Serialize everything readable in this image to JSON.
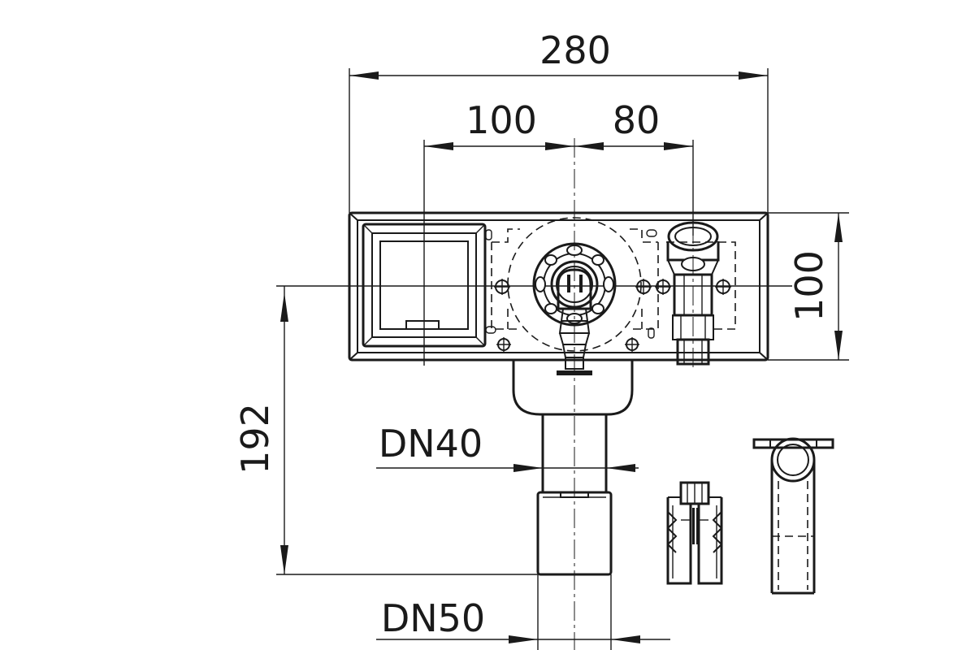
{
  "dimensions": {
    "overall_width": "280",
    "left_offset": "100",
    "right_offset": "80",
    "box_height": "100",
    "depth": "192",
    "outlet_upper": "DN40",
    "outlet_lower": "DN50"
  }
}
